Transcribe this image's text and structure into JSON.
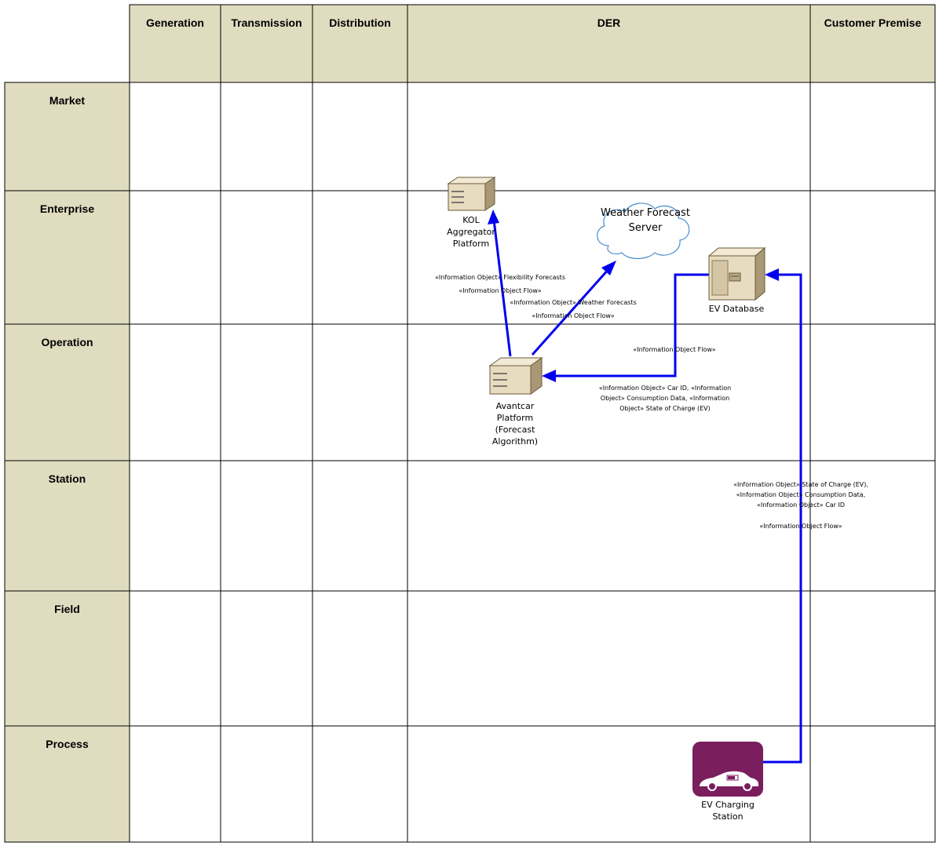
{
  "columns": [
    "Generation",
    "Transmission",
    "Distribution",
    "DER",
    "Customer Premise"
  ],
  "rows": [
    "Market",
    "Enterprise",
    "Operation",
    "Station",
    "Field",
    "Process"
  ],
  "nodes": {
    "kol": {
      "label": "KOL\nAggregator\nPlatform",
      "icon": "server-icon"
    },
    "weather": {
      "label": "Weather Forecast\nServer",
      "icon": "cloud-icon"
    },
    "ev_db": {
      "label": "EV Database",
      "icon": "database-server-icon"
    },
    "avantcar": {
      "label": "Avantcar\nPlatform\n(Forecast\nAlgorithm)",
      "icon": "server-icon"
    },
    "ev_station": {
      "label": "EV Charging\nStation",
      "icon": "car-icon"
    }
  },
  "flows": {
    "flex_object": "«Information Object» Flexibility Forecasts",
    "flex_flow": "«Information Object Flow»",
    "weather_object": "«Information Object» Weather Forecasts",
    "weather_flow": "«Information Object Flow»",
    "db_flow": "«Information Object Flow»",
    "db_objects": "«Information Object» Car ID, «Information\nObject» Consumption Data, «Information\nObject» State of Charge (EV)",
    "station_objects": "«Information Object» State of Charge (EV),\n«Information Object» Consumption Data,\n«Information Object» Car ID",
    "station_flow": "«Information Object Flow»"
  },
  "colors": {
    "header_fill": "#e0dcc0",
    "grid_line": "#000000",
    "flow_arrow": "#0000ee",
    "ev_station_fill": "#7a1e5e",
    "server_fill": "#e8dcc0"
  }
}
